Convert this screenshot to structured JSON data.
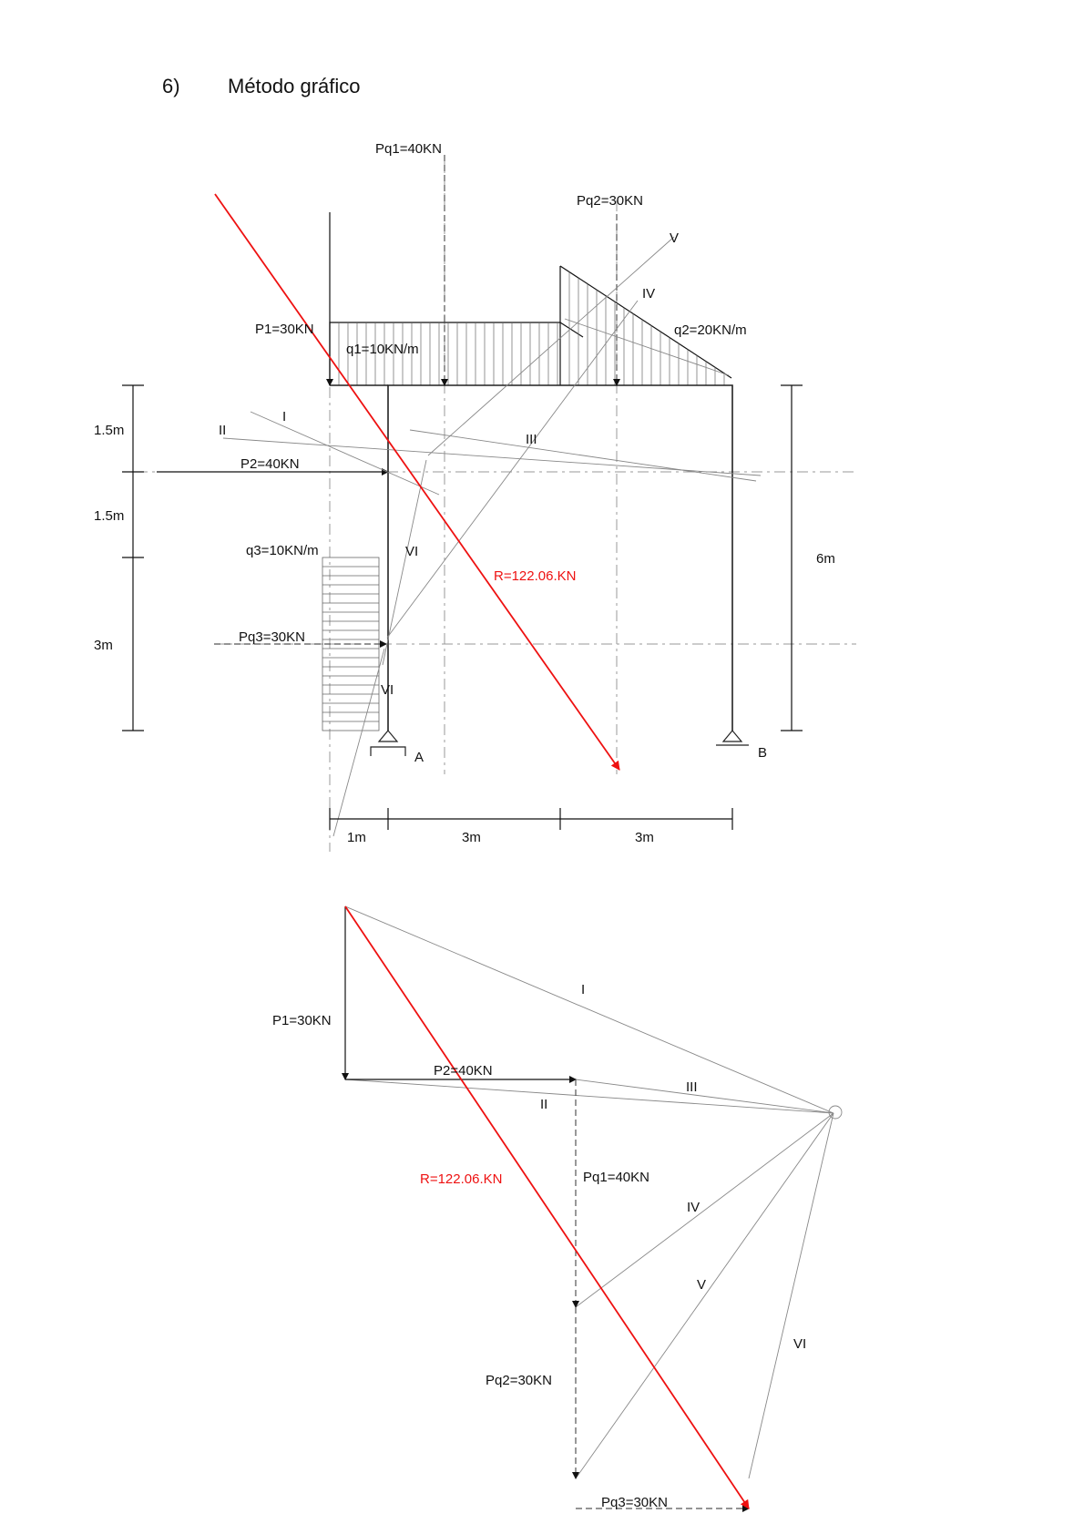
{
  "heading": {
    "number": "6)",
    "title": "Método gráfico"
  },
  "structure": {
    "loads": {
      "pq1": "Pq1=40KN",
      "pq2": "Pq2=30KN",
      "p1": "P1=30KN",
      "q1": "q1=10KN/m",
      "q2": "q2=20KN/m",
      "p2": "P2=40KN",
      "q3": "q3=10KN/m",
      "pq3": "Pq3=30KN"
    },
    "resultant": "R=122.06.KN",
    "rays": {
      "i": "I",
      "ii": "II",
      "iii": "III",
      "iv": "IV",
      "v": "V",
      "vi_top": "VI",
      "vi_bottom": "VI"
    },
    "supports": {
      "a": "A",
      "b": "B"
    },
    "dims_left": [
      "1.5m",
      "1.5m",
      "3m"
    ],
    "dim_right": "6m",
    "dims_bottom": [
      "1m",
      "3m",
      "3m"
    ]
  },
  "polygon": {
    "p1": "P1=30KN",
    "p2": "P2=40KN",
    "pq1": "Pq1=40KN",
    "pq2": "Pq2=30KN",
    "pq3": "Pq3=30KN",
    "resultant": "R=122.06.KN",
    "rays": {
      "i": "I",
      "ii": "II",
      "iii": "III",
      "iv": "IV",
      "v": "V",
      "vi": "VI"
    }
  },
  "colors": {
    "resultant": "#e11111",
    "lines": "#222222",
    "construction": "#888888"
  }
}
